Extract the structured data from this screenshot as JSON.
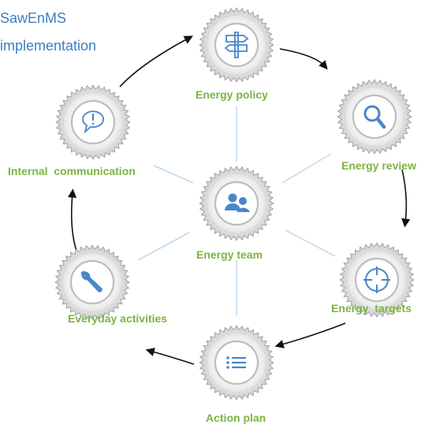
{
  "title": {
    "line1": "SawEnMS",
    "line2": "implementation"
  },
  "nodes": [
    {
      "id": "policy",
      "label": "Energy policy",
      "icon": "signpost-icon"
    },
    {
      "id": "review",
      "label": "Energy review",
      "icon": "magnifier-icon"
    },
    {
      "id": "targets",
      "label": "Energy  targets",
      "icon": "crosshair-icon"
    },
    {
      "id": "action",
      "label": "Action plan",
      "icon": "list-icon"
    },
    {
      "id": "everyday",
      "label": "Everyday activities",
      "icon": "wrench-icon"
    },
    {
      "id": "communication",
      "label": "Internal  communication",
      "icon": "speech-bubble-icon"
    },
    {
      "id": "team",
      "label": "Energy team",
      "icon": "people-icon"
    }
  ],
  "colors": {
    "title": "#3d7ebf",
    "label": "#7cb342",
    "icon": "#4a86c8",
    "spoke": "#b8d4ea",
    "cycle_arrow": "#111111",
    "gear_outer": "#9a9a9a",
    "gear_inner": "#f4f4f4"
  }
}
